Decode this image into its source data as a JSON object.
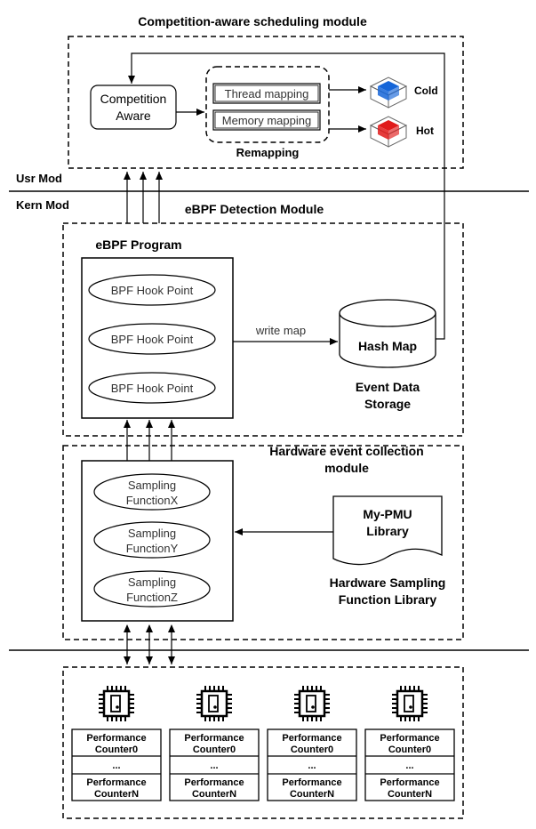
{
  "top_module": {
    "title": "Competition-aware scheduling module",
    "competition_aware": [
      "Competition",
      "Aware"
    ],
    "thread_mapping": "Thread mapping",
    "memory_mapping": "Memory mapping",
    "remapping": "Remapping",
    "cold": "Cold",
    "hot": "Hot",
    "cold_color": "#1565d8",
    "hot_color": "#e01a1a"
  },
  "boundaries": {
    "usr_mod": "Usr Mod",
    "kern_mod": "Kern Mod"
  },
  "ebpf_module": {
    "title": "eBPF Detection Module",
    "program_title": "eBPF Program",
    "hook_points": [
      "BPF Hook Point",
      "BPF Hook Point",
      "BPF Hook Point"
    ],
    "write_map": "write map",
    "hash_map": "Hash Map",
    "storage_label": [
      "Event Data",
      "Storage"
    ]
  },
  "hw_module": {
    "title": [
      "Hardware event collection",
      "module"
    ],
    "sampling_functions": [
      [
        "Sampling",
        "FunctionX"
      ],
      [
        "Sampling",
        "FunctionY"
      ],
      [
        "Sampling",
        "FunctionZ"
      ]
    ],
    "library_doc": [
      "My-PMU",
      "Library"
    ],
    "library_label": [
      "Hardware Sampling",
      "Function Library"
    ]
  },
  "cpus": [
    {
      "counter_first": [
        "Performance",
        "Counter0"
      ],
      "ellipsis": "...",
      "counter_last": [
        "Performance",
        "CounterN"
      ]
    },
    {
      "counter_first": [
        "Performance",
        "Counter0"
      ],
      "ellipsis": "...",
      "counter_last": [
        "Performance",
        "CounterN"
      ]
    },
    {
      "counter_first": [
        "Performance",
        "Counter0"
      ],
      "ellipsis": "...",
      "counter_last": [
        "Performance",
        "CounterN"
      ]
    },
    {
      "counter_first": [
        "Performance",
        "Counter0"
      ],
      "ellipsis": "...",
      "counter_last": [
        "Performance",
        "CounterN"
      ]
    }
  ]
}
